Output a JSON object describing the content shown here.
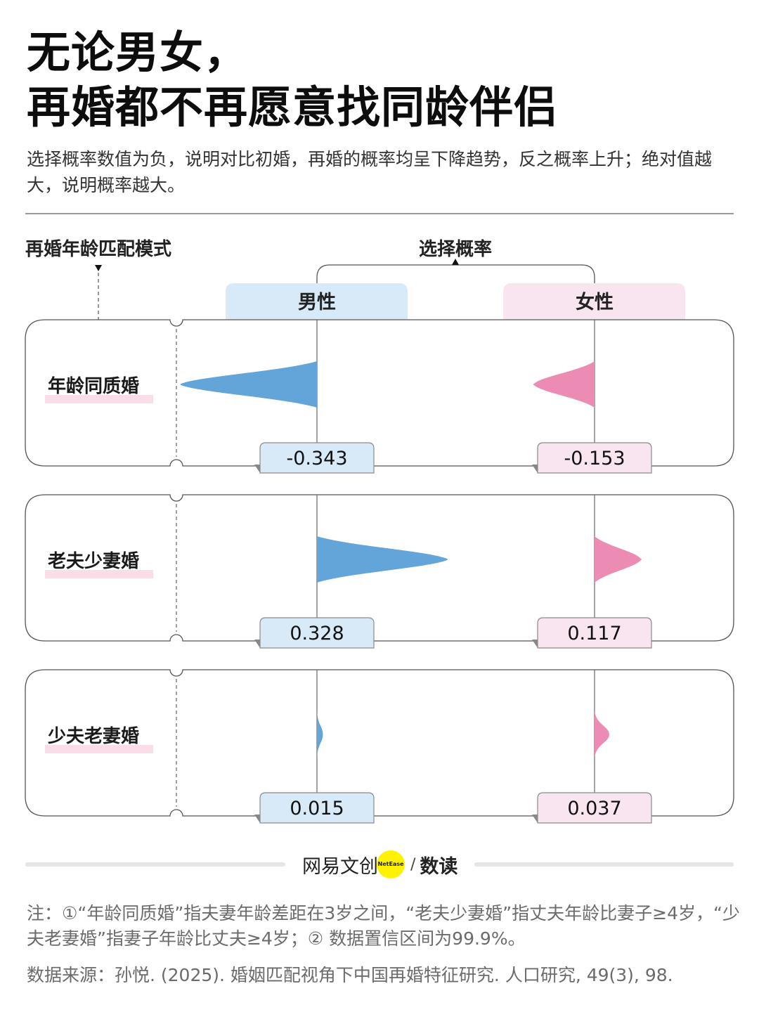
{
  "header": {
    "title_line1": "无论男女，",
    "title_line2": "再婚都不再愿意找同龄伴侣",
    "subtitle": "选择概率数值为负，说明对比初婚，再婚的概率均呈下降趋势，反之概率上升；绝对值越大，说明概率越大。"
  },
  "labels": {
    "mode": "再婚年龄匹配模式",
    "probability": "选择概率"
  },
  "colors": {
    "male": "#63a5d9",
    "male_bg": "#d8eaf8",
    "female": "#ec8cb4",
    "female_bg": "#f9e5ef",
    "label_highlight": "#fbdde9"
  },
  "chart_data": {
    "type": "bar",
    "title": "无论男女，再婚都不再愿意找同龄伴侣",
    "xlabel": "选择概率",
    "ylabel": "再婚年龄匹配模式",
    "categories": [
      "年龄同质婚",
      "老夫少妻婚",
      "少夫老妻婚"
    ],
    "series": [
      {
        "name": "男性",
        "values": [
          -0.343,
          0.328,
          0.015
        ],
        "labels": [
          "-0.343",
          "0.328",
          "0.015"
        ]
      },
      {
        "name": "女性",
        "values": [
          -0.153,
          0.117,
          0.037
        ],
        "labels": [
          "-0.153",
          "0.117",
          "0.037"
        ]
      }
    ],
    "baseline": 0
  },
  "footer": {
    "brand": "网易文创",
    "brand_dot": "NetEase",
    "slash": "/",
    "sub_brand": "数读",
    "notes": "注：①“年龄同质婚”指夫妻年龄差距在3岁之间，“老夫少妻婚”指丈夫年龄比妻子≥4岁，“少夫老妻婚”指妻子年龄比丈夫≥4岁；② 数据置信区间为99.9%。",
    "source": "数据来源：孙悦. (2025). 婚姻匹配视角下中国再婚特征研究. 人口研究, 49(3), 98."
  }
}
